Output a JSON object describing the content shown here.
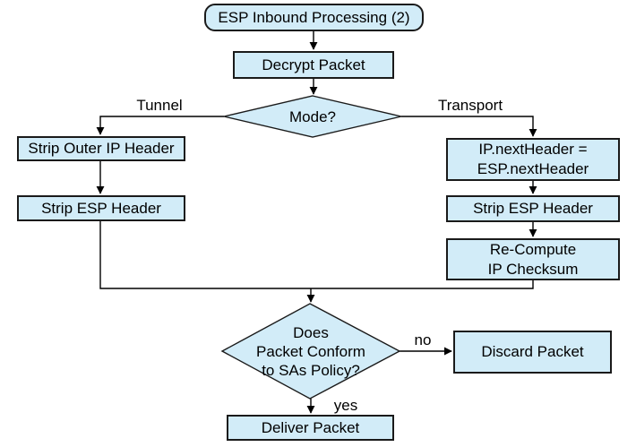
{
  "diagram": {
    "title": "ESP Inbound Processing (2)",
    "colors": {
      "node_fill": "#d2ecf8",
      "node_border": "#1a1a1a",
      "connector": "#000000",
      "text": "#000000",
      "background": "#ffffff"
    },
    "nodes": {
      "start": {
        "type": "terminator",
        "label": "ESP Inbound Processing (2)"
      },
      "decrypt": {
        "type": "process",
        "label": "Decrypt Packet"
      },
      "mode": {
        "type": "decision",
        "label": "Mode?"
      },
      "strip_outer": {
        "type": "process",
        "label": "Strip Outer IP Header"
      },
      "strip_esp_left": {
        "type": "process",
        "label": "Strip ESP Header"
      },
      "ip_next_header": {
        "type": "process",
        "label": "IP.nextHeader =\nESP.nextHeader"
      },
      "strip_esp_right": {
        "type": "process",
        "label": "Strip ESP Header"
      },
      "recompute": {
        "type": "process",
        "label": "Re-Compute\nIP Checksum"
      },
      "conform": {
        "type": "decision",
        "label": "Does\nPacket Conform\nto SAs Policy?"
      },
      "discard": {
        "type": "process",
        "label": "Discard Packet"
      },
      "deliver": {
        "type": "process",
        "label": "Deliver Packet"
      }
    },
    "edge_labels": {
      "tunnel": "Tunnel",
      "transport": "Transport",
      "no": "no",
      "yes": "yes"
    }
  }
}
